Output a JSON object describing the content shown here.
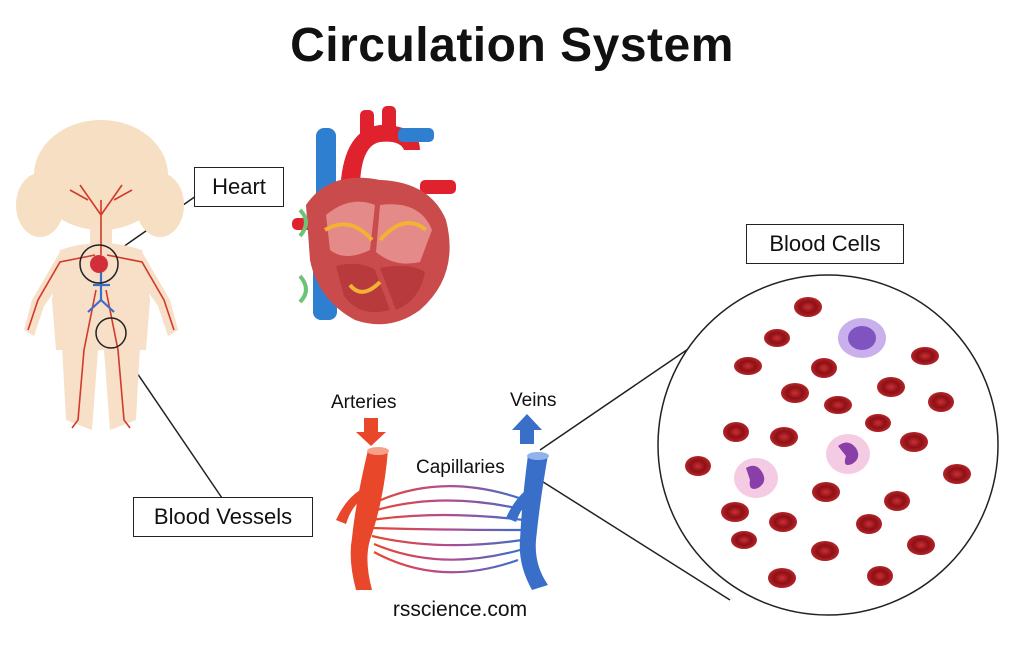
{
  "title": "Circulation System",
  "labels": {
    "heart": "Heart",
    "blood_cells": "Blood Cells",
    "blood_vessels": "Blood Vessels",
    "arteries": "Arteries",
    "veins": "Veins",
    "capillaries": "Capillaries"
  },
  "footer": "rsscience.com",
  "icons": {
    "body": "child-body-silhouette-icon",
    "heart": "heart-anatomy-icon",
    "vessels": "blood-vessel-network-icon",
    "cells": "blood-cells-magnified-icon"
  },
  "colors": {
    "skin": "#f7dfc8",
    "hair": "#f6dfc2",
    "artery": "#e8472a",
    "vein": "#3a6fc9",
    "red_cell": "#a3171c",
    "white_cell": "#b08fd8"
  }
}
